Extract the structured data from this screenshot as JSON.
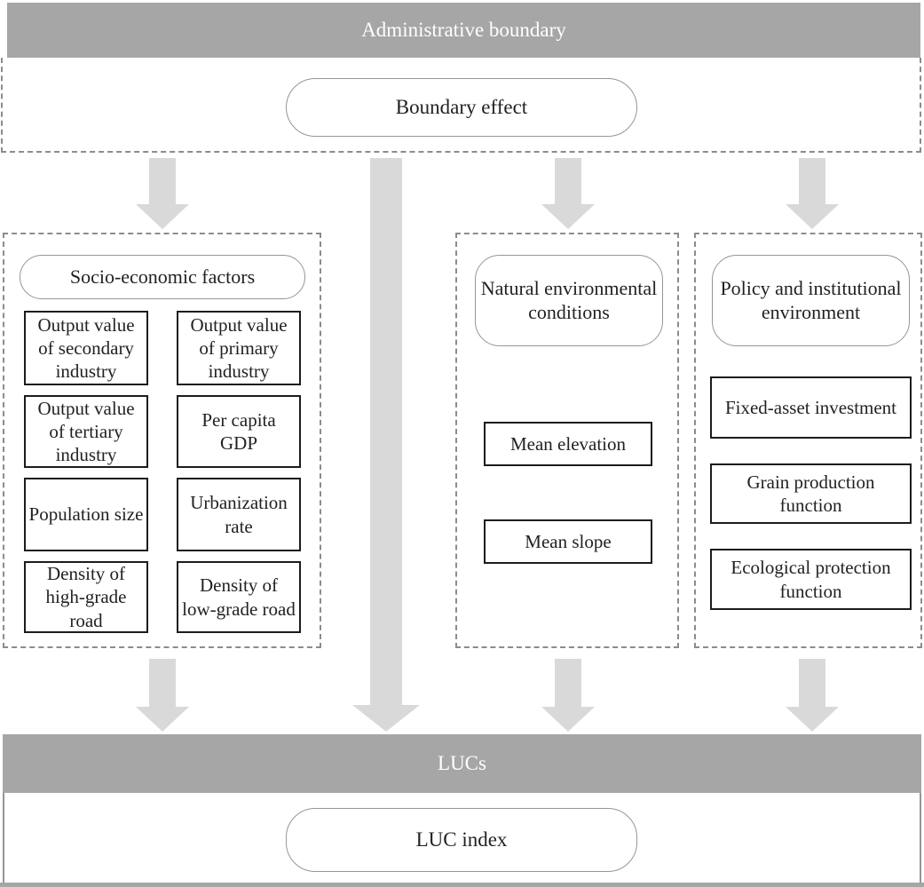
{
  "colors": {
    "bar_gray": "#a6a6a6",
    "arrow_gray": "#d9d9d9",
    "dash_gray": "#8c8c8c",
    "box_border": "#1c1c1c",
    "rounded_border": "#969696",
    "text_dark": "#231f20",
    "text_light": "#ffffff"
  },
  "top": {
    "bar_label": "Administrative boundary",
    "effect_label": "Boundary effect"
  },
  "panels": [
    {
      "header": "Socio-economic factors",
      "items": [
        "Output value of secondary industry",
        "Output value of primary industry",
        "Output value of tertiary industry",
        "Per capita GDP",
        "Population size",
        "Urbanization rate",
        "Density of high-grade road",
        "Density of low-grade road"
      ]
    },
    {
      "header": "Natural environmental conditions",
      "items": [
        "Mean elevation",
        "Mean slope"
      ]
    },
    {
      "header": "Policy and institutional environment",
      "items": [
        "Fixed-asset investment",
        "Grain production function",
        "Ecological protection function"
      ]
    }
  ],
  "bottom": {
    "bar_label": "LUCs",
    "index_label": "LUC index"
  }
}
